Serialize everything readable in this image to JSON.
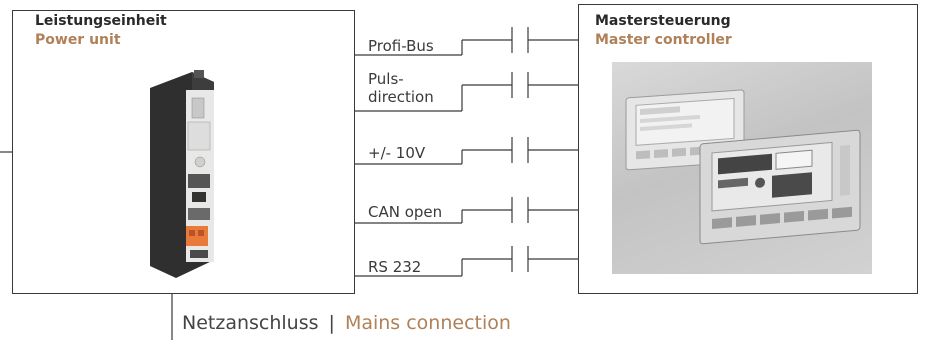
{
  "power_unit": {
    "title_de": "Leistungseinheit",
    "title_en": "Power unit",
    "image": "servo-drive-image"
  },
  "master_controller": {
    "title_de": "Mastersteuerung",
    "title_en": "Master controller",
    "image": "controller-panels-image"
  },
  "interfaces": [
    {
      "label": "Profi-Bus"
    },
    {
      "label": "Puls-\ndirection"
    },
    {
      "label": "+/- 10V"
    },
    {
      "label": "CAN open"
    },
    {
      "label": "RS 232"
    }
  ],
  "mains": {
    "label_de": "Netzanschluss",
    "separator": "|",
    "label_en": "Mains connection"
  },
  "colors": {
    "accent": "#b08158",
    "line": "#3a3a3a"
  }
}
